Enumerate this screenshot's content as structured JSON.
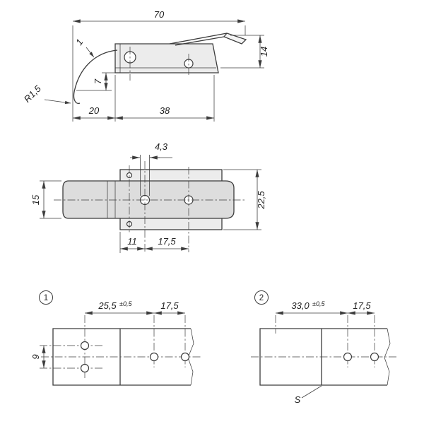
{
  "colors": {
    "line": "#3c3c3c",
    "fill-light": "#ececec",
    "fill-mid": "#dddddd",
    "text": "#222222"
  },
  "side_view": {
    "dim_total": "70",
    "dim_height": "14",
    "dim_wire": "1",
    "dim_hook_drop": "7",
    "dim_radius": "R1,5",
    "dim_seg_a": "20",
    "dim_seg_b": "38"
  },
  "plan_view": {
    "dim_hole": "4,3",
    "dim_body_width": "15",
    "dim_plate_width": "22,5",
    "dim_hole_offset": "11",
    "dim_hole_pitch": "17,5"
  },
  "template_1": {
    "label": "1",
    "dim_spacing": "25,5",
    "dim_spacing_tol": "±0,5",
    "dim_pitch": "17,5",
    "dim_vertical": "9"
  },
  "template_2": {
    "label": "2",
    "dim_spacing": "33,0",
    "dim_spacing_tol": "±0,5",
    "dim_pitch": "17,5",
    "edge_label": "S"
  }
}
